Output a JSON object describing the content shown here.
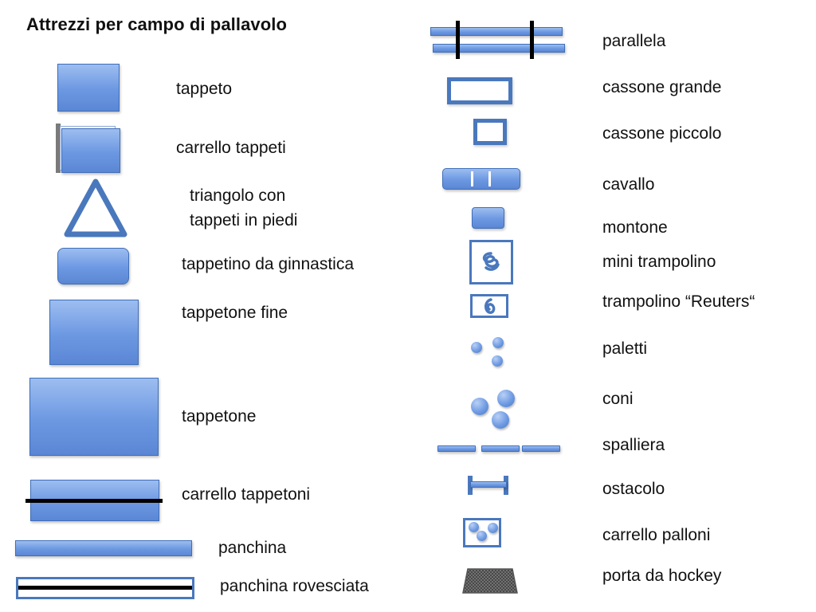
{
  "title": "Attrezzi per campo di pallavolo",
  "colors": {
    "fill_light": "#9dbdf0",
    "fill_dark": "#5a86d4",
    "stroke": "#4a78bd",
    "line": "#000000"
  },
  "left_items": {
    "tappeto": "tappeto",
    "carrello_tappeti": "carrello tappeti",
    "triangolo_line1": "triangolo con",
    "triangolo_line2": "tappeti in piedi",
    "tappetino": "tappetino da ginnastica",
    "tappetone_fine": "tappetone fine",
    "tappetone": "tappetone",
    "carrello_tappetoni": "carrello tappetoni",
    "panchina": "panchina",
    "panchina_rovesciata": "panchina rovesciata"
  },
  "right_items": {
    "parallela": "parallela",
    "cassone_grande": "cassone grande",
    "cassone_piccolo": "cassone piccolo",
    "cavallo": "cavallo",
    "montone": "montone",
    "mini_trampolino": "mini trampolino",
    "trampolino_reuters": "trampolino “Reuters“",
    "paletti": "paletti",
    "coni": "coni",
    "spalliera": "spalliera",
    "ostacolo": "ostacolo",
    "carrello_palloni": "carrello palloni",
    "porta_hockey": "porta da hockey"
  }
}
